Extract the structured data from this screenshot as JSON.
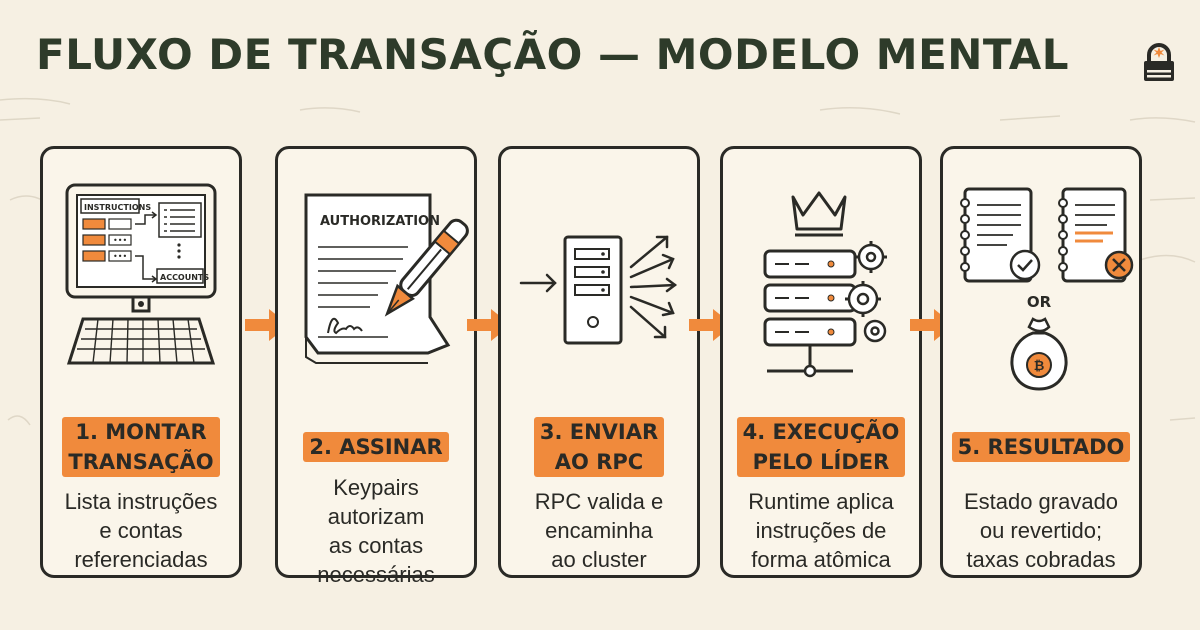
{
  "title": "FLUXO DE TRANSAÇÃO — MODELO MENTAL",
  "colors": {
    "accent": "#f08a3c",
    "ink": "#2a2a26",
    "title": "#2e3b2a",
    "background": "#f6f0e3"
  },
  "logo": {
    "icon": "padlock-icon"
  },
  "steps": [
    {
      "label_lines": [
        "1. MONTAR",
        "TRANSAÇÃO"
      ],
      "desc_lines": [
        "Lista instruções",
        "e contas",
        "referenciadas"
      ],
      "illustration": {
        "icon": "computer-icon",
        "texts": {
          "instructions": "INSTRUCTIONS",
          "accounts": "ACCOUNTS"
        }
      }
    },
    {
      "label_lines": [
        "2. ASSINAR"
      ],
      "desc_lines": [
        "Keypairs",
        "autorizam",
        "as contas",
        "necessárias"
      ],
      "illustration": {
        "icon": "signed-document-icon",
        "texts": {
          "authorization": "AUTHORIZATION"
        }
      }
    },
    {
      "label_lines": [
        "3. ENVIAR",
        "AO RPC"
      ],
      "desc_lines": [
        "RPC valida e",
        "encaminha",
        "ao cluster"
      ],
      "illustration": {
        "icon": "server-broadcast-icon"
      }
    },
    {
      "label_lines": [
        "4. EXECUÇÃO",
        "PELO LÍDER"
      ],
      "desc_lines": [
        "Runtime aplica",
        "instruções de",
        "forma atômica"
      ],
      "illustration": {
        "icon": "leader-server-icon"
      }
    },
    {
      "label_lines": [
        "5. RESULTADO"
      ],
      "desc_lines": [
        "Estado gravado",
        "ou revertido;",
        "taxas cobradas"
      ],
      "illustration": {
        "icon": "ledger-or-fees-icon",
        "texts": {
          "or": "OR"
        }
      }
    }
  ]
}
